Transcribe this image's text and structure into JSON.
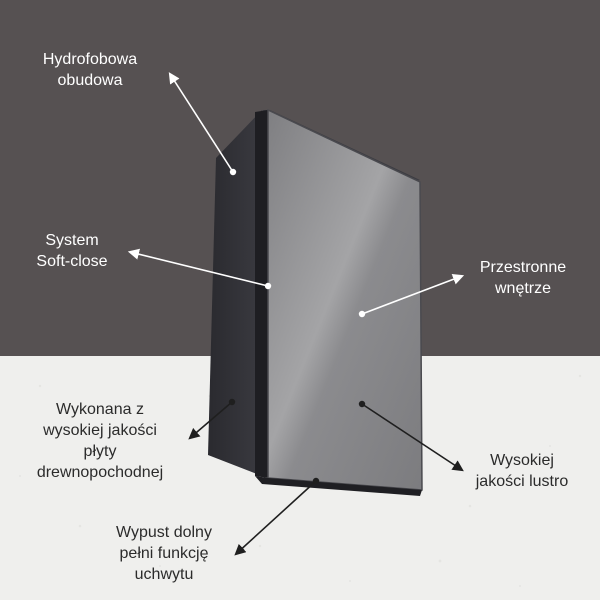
{
  "colors": {
    "wall": "#565152",
    "floor": "#efefed",
    "cabinet_body": "#2e2e33",
    "mirror": "#8d8d8f",
    "pointer_light": "#ffffff",
    "pointer_dark": "#1f1f1f"
  },
  "product": {
    "description_icon": "mirror-cabinet"
  },
  "callouts": {
    "housing": {
      "lines": [
        "Hydrofobowa",
        "obudowa"
      ]
    },
    "soft_close": {
      "lines": [
        "System",
        "Soft-close"
      ]
    },
    "interior": {
      "lines": [
        "Przestronne",
        "wnętrze"
      ]
    },
    "board": {
      "lines": [
        "Wykonana z",
        "wysokiej jakości",
        "płyty",
        "drewnopochodnej"
      ]
    },
    "mirror": {
      "lines": [
        "Wysokiej",
        "jakości lustro"
      ]
    },
    "handle": {
      "lines": [
        "Wypust dolny",
        "pełni funkcję",
        "uchwytu"
      ]
    }
  }
}
